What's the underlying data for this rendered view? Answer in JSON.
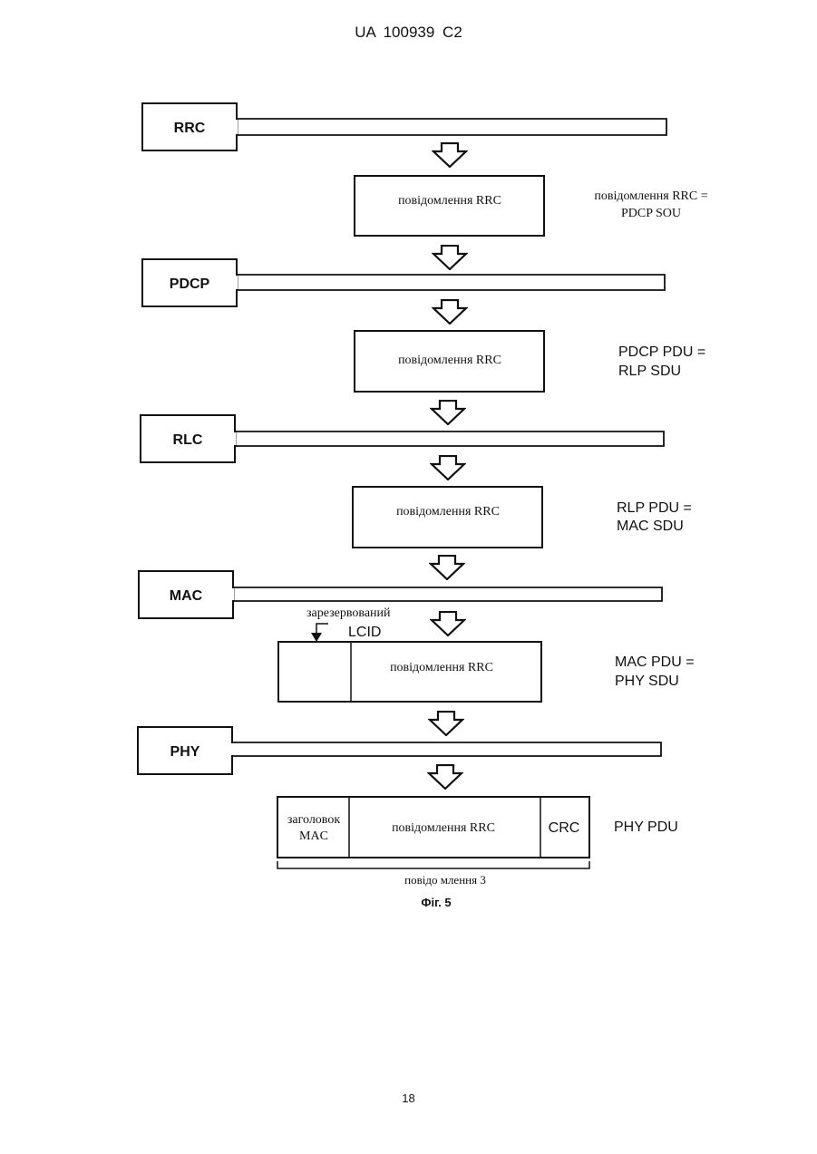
{
  "header": {
    "text": "UA   100939   C2"
  },
  "footer": {
    "page_number": "18"
  },
  "layers": [
    {
      "label": "RRC"
    },
    {
      "label": "PDCP"
    },
    {
      "label": "RLC"
    },
    {
      "label": "MAC"
    },
    {
      "label": "PHY"
    }
  ],
  "stages": [
    {
      "payload": "повідомлення RRC",
      "desc_line1": "повідомлення RRC =",
      "desc_line2": "PDCP SOU"
    },
    {
      "payload": "повідомлення RRC",
      "desc_line1": "PDCP PDU =",
      "desc_line2": "RLP SDU"
    },
    {
      "payload": "повідомлення RRC",
      "desc_line1": "RLP PDU =",
      "desc_line2": "MAC SDU"
    },
    {
      "payload": "повідомлення RRC",
      "desc_line1": "MAC PDU =",
      "desc_line2": "PHY SDU"
    },
    {
      "header_line1": "заголовок",
      "header_line2": "MAC",
      "payload": "повідомлення RRC",
      "trailer": "CRC",
      "desc_line1": "PHY PDU"
    }
  ],
  "mac_annotation": {
    "reserved": "зарезервований",
    "lcid": "LCID"
  },
  "brace_label": "повідо млення 3",
  "figure_caption": "Фіг. 5"
}
